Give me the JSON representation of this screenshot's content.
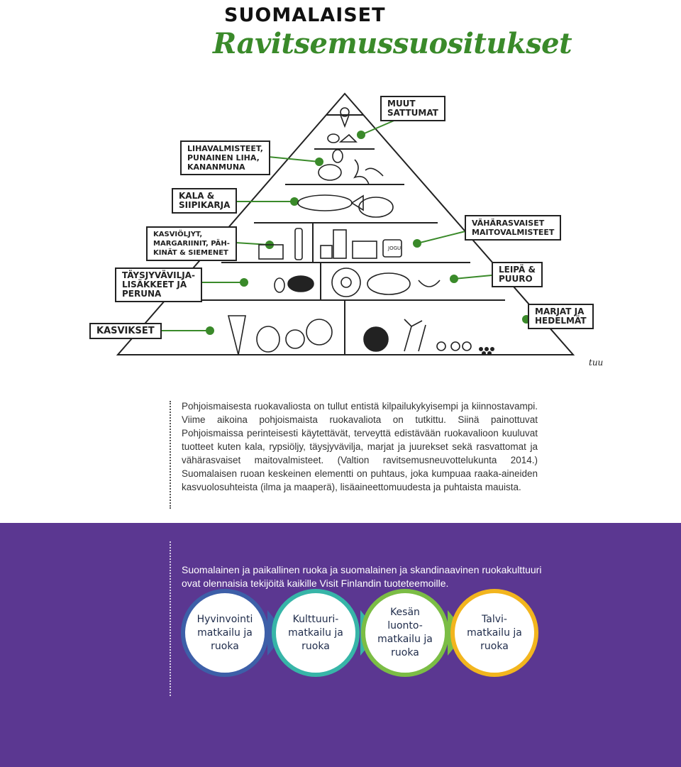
{
  "header": {
    "top_title": "SUOMALAISET",
    "main_title": "Ravitsemussuositukset"
  },
  "pyramid": {
    "labels": {
      "muut": "MUUT\nSATTUMAT",
      "lihavalmisteet": "LIHAVALMISTEET,\nPUNAINEN LIHA,\nKANANMUNA",
      "kala": "KALA &\nSIIPIKARJA",
      "kasviooljyt": "KASVIÖLJYT,\nMARGARIINIT, PÄH-\nKINÄT & SIEMENET",
      "maitovalmisteet": "VÄHÄRASVAISET\nMAITOVALMISTEET",
      "taysjyva": "TÄYSJYVÄVILJA-\nLISÄKKEET JA\nPERUNA",
      "leipa": "LEIPÄ &\nPUURO",
      "kasvikset": "KASVIKSET",
      "marjat": "MARJAT JA\nHEDELMÄT"
    },
    "jogurt_label": "JOGU",
    "signature": "tuu"
  },
  "intro_text": "Pohjoismaisesta ruokavaliosta on tullut entistä kilpailukykyisempi ja kiinnostavampi. Viime aikoina pohjoismaista ruokavaliota on tutkittu. Siinä painottuvat Pohjoismaissa perinteisesti käytettävät, terveyttä edistävään ruokavalioon kuuluvat tuotteet kuten kala, rypsiöljy, täysjyvävilja, marjat ja juurekset sekä rasvattomat ja vähärasvaiset maitovalmisteet. (Valtion ravitsemusneuvottelukunta 2014.) Suomalaisen ruoan keskeinen elementti on puhtaus, joka kumpuaa raaka-aineiden kasvuolosuhteista (ilma ja maaperä), lisäaineettomuudesta ja puhtaista mauista.",
  "purple_section": {
    "text": "Suomalainen ja paikallinen ruoka ja suomalainen ja skandinaavinen ruokakulttuuri ovat olennaisia tekijöitä kaikille Visit Finlandin tuoteteemoille.",
    "bg_color": "#5b3791",
    "themes": [
      {
        "label": "Hyvinvointi\nmatkailu ja\nruoka",
        "color": "#3d5fa8"
      },
      {
        "label": "Kulttuuri-\nmatkailu ja\nruoka",
        "color": "#37b5a8"
      },
      {
        "label": "Kesän\nluonto-\nmatkailu ja\nruoka",
        "color": "#7bbd45"
      },
      {
        "label": "Talvi-\nmatkailu ja\nruoka",
        "color": "#f2b51e"
      }
    ]
  }
}
